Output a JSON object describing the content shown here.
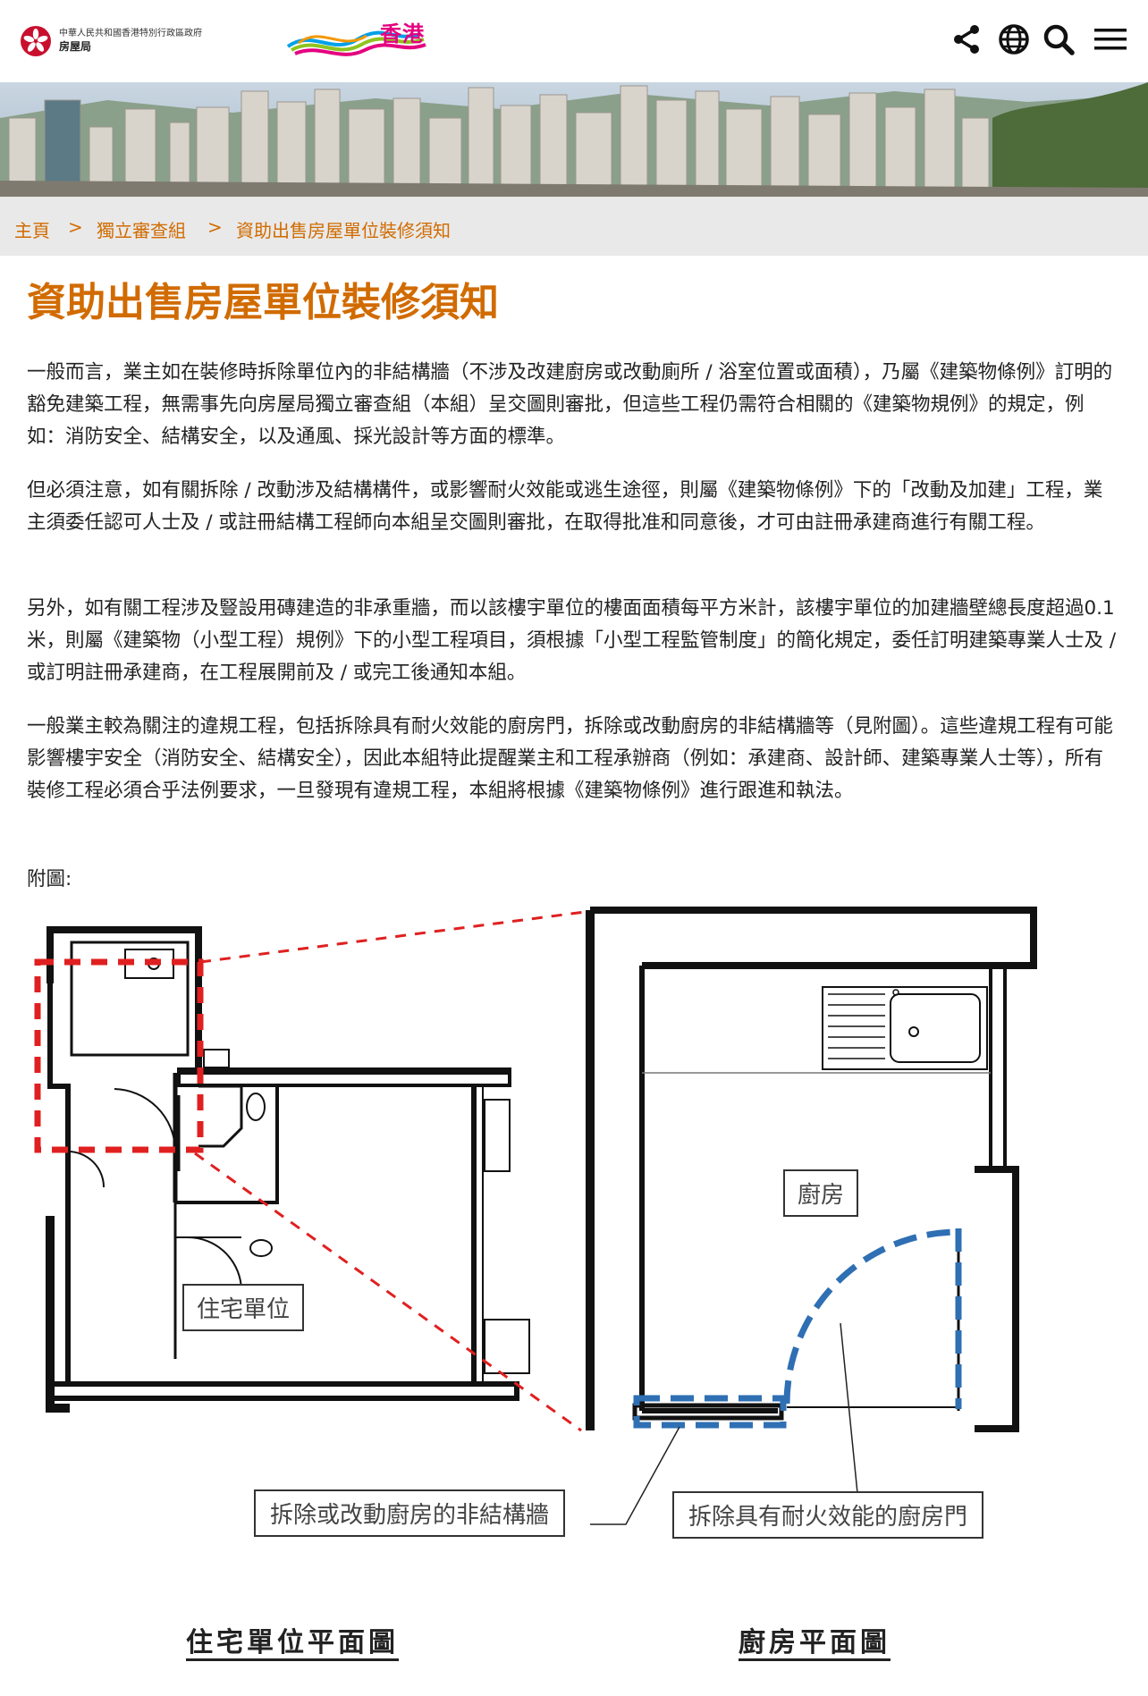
{
  "header": {
    "gov_line1": "中華人民共和國香港特別行政區政府",
    "gov_line2": "房屋局",
    "brand": "香港",
    "icons": [
      "share-icon",
      "globe-icon",
      "search-icon",
      "menu-icon"
    ]
  },
  "breadcrumb": {
    "items": [
      "主頁",
      "獨立審查組",
      "資助出售房屋單位裝修須知"
    ],
    "separator": ">"
  },
  "page": {
    "title": "資助出售房屋單位裝修須知",
    "paragraphs": [
      "一般而言，業主如在裝修時拆除單位內的非結構牆（不涉及改建廚房或改動廁所 / 浴室位置或面積），乃屬《建築物條例》訂明的豁免建築工程，無需事先向房屋局獨立審查組（本組）呈交圖則審批，但這些工程仍需符合相關的《建築物規例》的規定，例如：消防安全、結構安全，以及通風、採光設計等方面的標準。",
      "但必須注意，如有關拆除 / 改動涉及結構構件，或影響耐火效能或逃生途徑，則屬《建築物條例》下的「改動及加建」工程，業主須委任認可人士及 / 或註冊結構工程師向本組呈交圖則審批，在取得批准和同意後，才可由註冊承建商進行有關工程。",
      "另外，如有關工程涉及豎設用磚建造的非承重牆，而以該樓宇單位的樓面面積每平方米計，該樓宇單位的加建牆壁總長度超過0.1米，則屬《建築物（小型工程）規例》下的小型工程項目，須根據「小型工程監管制度」的簡化規定，委任訂明建築專業人士及 / 或訂明註冊承建商，在工程展開前及 / 或完工後通知本組。",
      "一般業主較為關注的違規工程，包括拆除具有耐火效能的廚房門，拆除或改動廚房的非結構牆等（見附圖）。這些違規工程有可能影響樓宇安全（消防安全、結構安全），因此本組特此提醒業主和工程承辦商（例如：承建商、設計師、建築專業人士等），所有裝修工程必須合乎法例要求，一旦發現有違規工程，本組將根據《建築物條例》進行跟進和執法。"
    ],
    "figure_label": "附圖:"
  },
  "diagram": {
    "label_unit": "住宅單位",
    "label_kitchen": "廚房",
    "label_wall": "拆除或改動廚房的非結構牆",
    "label_door": "拆除具有耐火效能的廚房門",
    "caption_unit_plan": "住宅單位平面圖",
    "caption_kitchen_plan": "廚房平面圖",
    "colors": {
      "highlight_red": "#e02020",
      "highlight_blue": "#2f6fb3",
      "accent": "#d16b00"
    }
  }
}
